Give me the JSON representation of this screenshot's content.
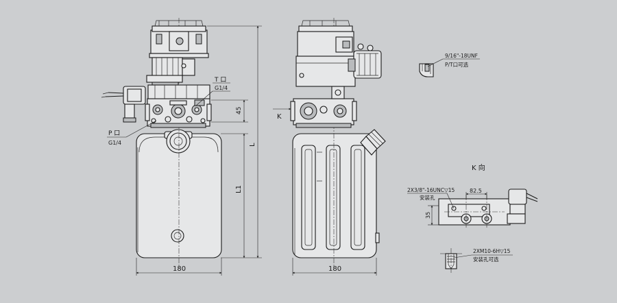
{
  "labels": {
    "t_port": "T 口",
    "t_thread": "G1/4",
    "p_port": "P 口",
    "p_thread": "G1/4",
    "dim_45": "45",
    "dim_L": "L",
    "dim_L1": "L1",
    "dim_180_front": "180",
    "dim_180_side": "180",
    "view_arrow": "K",
    "pt_thread": "9/16\"-18UNF",
    "pt_option": "P/T口可选",
    "k_view_title": "K 向",
    "mount_spec": "2X3/8\"-16UNC▽15",
    "mount_spec_note": "安装孔",
    "dim_82_5": "82.5",
    "dim_35": "35",
    "alt_mount_spec": "2XM10-6H▽15",
    "alt_mount_note": "安装孔可选"
  },
  "colors": {
    "background": "#ccced0",
    "line": "#1b1b1b",
    "body_fill": "#e6e7e8",
    "dark_fill": "#b9bbbd"
  }
}
